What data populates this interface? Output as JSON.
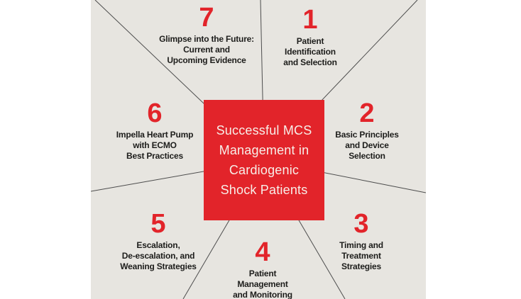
{
  "title": {
    "lines": [
      "Successful MCS",
      "Management in",
      "Cardiogenic",
      "Shock Patients"
    ]
  },
  "sections": [
    {
      "number": "1",
      "label_lines": [
        "Patient",
        "Identification",
        "and Selection"
      ]
    },
    {
      "number": "2",
      "label_lines": [
        "Basic Principles",
        "and Device",
        "Selection"
      ]
    },
    {
      "number": "3",
      "label_lines": [
        "Timing and",
        "Treatment",
        "Strategies"
      ]
    },
    {
      "number": "4",
      "label_lines": [
        "Patient",
        "Management",
        "and Monitoring"
      ]
    },
    {
      "number": "5",
      "label_lines": [
        "Escalation,",
        "De-escalation, and",
        "Weaning Strategies"
      ]
    },
    {
      "number": "6",
      "label_lines": [
        "Impella Heart Pump",
        "with ECMO",
        "Best Practices"
      ]
    },
    {
      "number": "7",
      "label_lines": [
        "Glimpse into the Future:",
        "Current and",
        "Upcoming Evidence"
      ]
    }
  ],
  "colors": {
    "accent": "#e2242a",
    "background": "#e7e5e0",
    "line": "#4d4d4d",
    "margin": "#ffffff",
    "center_text": "#f7eee8",
    "label_text": "#1d1d1b"
  }
}
